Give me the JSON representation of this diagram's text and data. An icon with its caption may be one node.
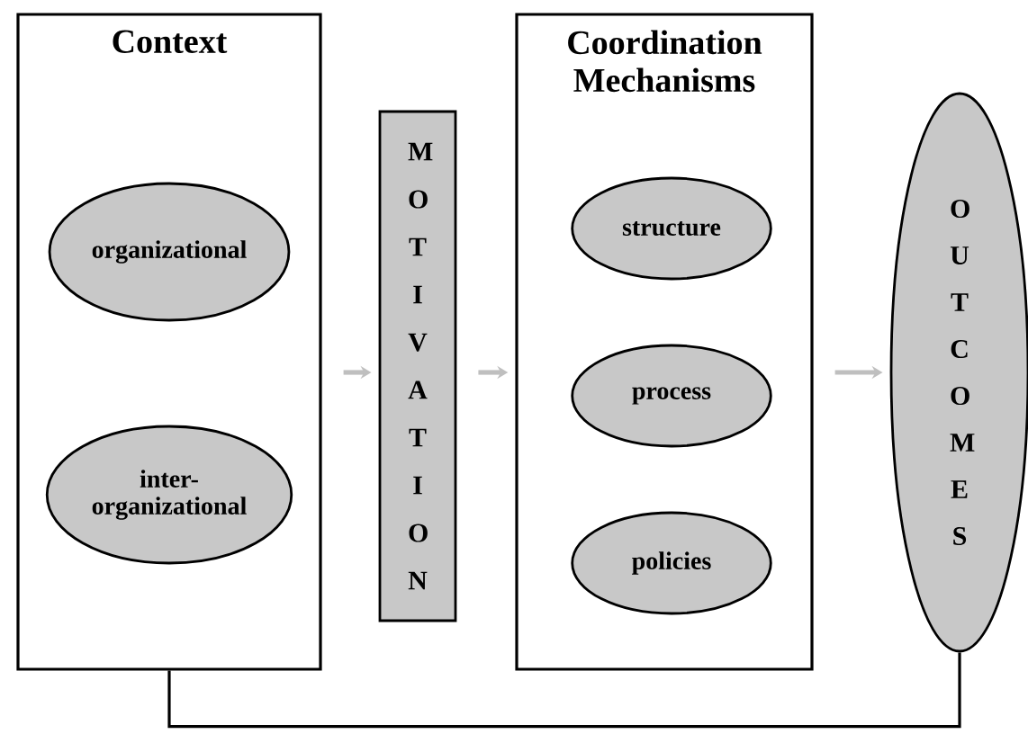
{
  "diagram": {
    "nodes": [
      {
        "text": [
          "Context"
        ]
      },
      {
        "text": [
          "organizational"
        ],
        "in": 0
      },
      {
        "text": [
          "inter- organizational"
        ],
        "in": 0
      },
      {
        "text": [
          "MOTIVATION"
        ]
      },
      {
        "text": [
          "Coordination Mechanisms"
        ]
      },
      {
        "text": [
          "structure"
        ],
        "in": 4
      },
      {
        "text": [
          "process"
        ],
        "in": 4
      },
      {
        "text": [
          "policies"
        ],
        "in": 4
      },
      {
        "text": [
          "OUTCOMES"
        ]
      }
    ],
    "edges": [
      {
        "from": 0,
        "to": 3,
        "arrow": "to"
      },
      {
        "from": 3,
        "to": 4,
        "arrow": "to"
      },
      {
        "from": 4,
        "to": 8,
        "arrow": "to"
      },
      {
        "from": 0,
        "to": 8,
        "arrow": "none",
        "color": "#000000"
      }
    ]
  }
}
